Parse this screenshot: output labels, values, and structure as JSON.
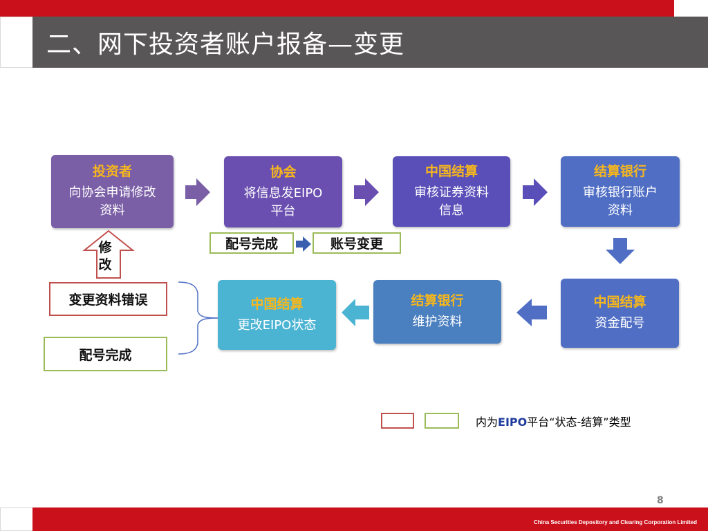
{
  "title": "二、网下投资者账户报备—变更",
  "flow_top": [
    {
      "head": "投资者",
      "body_lines": [
        "向协会申请修改",
        "资料"
      ]
    },
    {
      "head": "协会",
      "body_lines": [
        "将信息发EIPO",
        "平台"
      ]
    },
    {
      "head": "中国结算",
      "body_lines": [
        "审核证券资料",
        "信息"
      ]
    },
    {
      "head": "结算银行",
      "body_lines": [
        "审核银行账户",
        "资料"
      ]
    }
  ],
  "flow_bottom": [
    {
      "head": "中国结算",
      "body": "更改EIPO状态"
    },
    {
      "head": "结算银行",
      "body": "维护资料"
    },
    {
      "head": "中国结算",
      "body": "资金配号"
    }
  ],
  "status_top": {
    "left": "配号完成",
    "right": "账号变更"
  },
  "modify_label": "修改",
  "status_left": {
    "error": "变更资料错误",
    "done": "配号完成"
  },
  "legend": {
    "prefix": "内为",
    "highlight": "EIPO",
    "suffix": "平台“状态-结算”类型"
  },
  "page_number": "8",
  "footer_org": "China Securities Depository and Clearing Corporation Limited",
  "colors": {
    "brand_red": "#c9101b",
    "title_bg": "#595657",
    "purple": "#7a5ea6",
    "violet": "#6a4fb0",
    "indigo": "#5a4fb8",
    "blue": "#4f6ec4",
    "steel_blue": "#4a7fc0",
    "teal": "#4cb4d3",
    "head_gold": "#f7b71c",
    "red_outline": "#c0504d",
    "green_outline": "#9bbb59"
  }
}
